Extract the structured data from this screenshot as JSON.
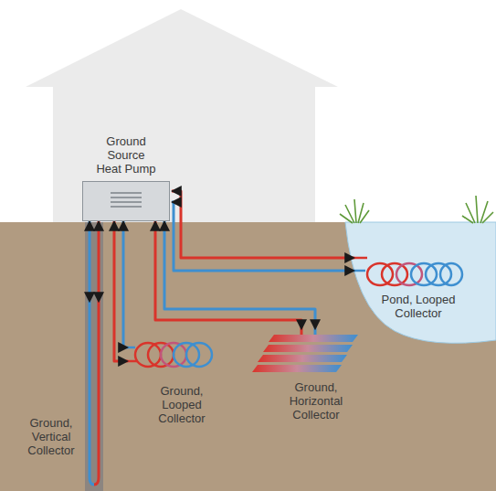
{
  "diagram": {
    "nodes": [
      {
        "text": [
          "Ground Source Heat Pump"
        ]
      },
      {
        "text": [
          "Ground, Vertical Collector"
        ]
      },
      {
        "text": [
          "Ground, Looped Collector"
        ]
      },
      {
        "text": [
          "Ground, Horizontal Collector"
        ]
      },
      {
        "text": [
          "Pond, Looped Collector"
        ]
      }
    ],
    "edges": [
      {
        "from": 0,
        "to": 1,
        "arrow": "both"
      },
      {
        "from": 0,
        "to": 2,
        "arrow": "both"
      },
      {
        "from": 0,
        "to": 3,
        "arrow": "both"
      },
      {
        "from": 0,
        "to": 4,
        "arrow": "both"
      }
    ]
  }
}
